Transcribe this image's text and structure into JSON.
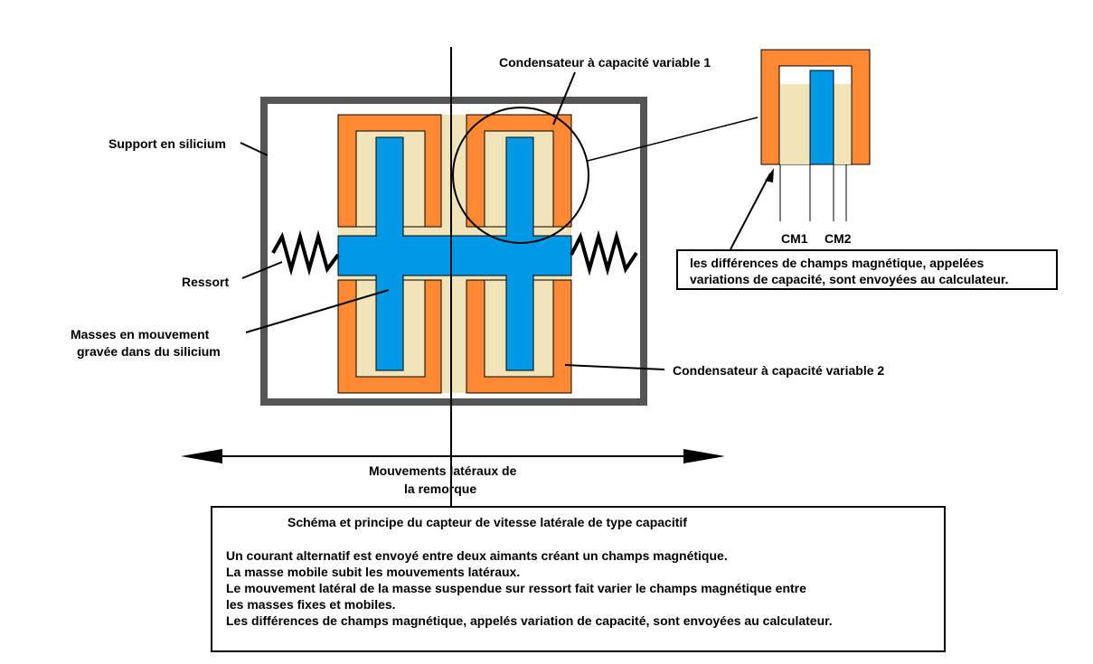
{
  "labels": {
    "capacitor1": "Condensateur à capacité variable 1",
    "capacitor2": "Condensateur à capacité variable 2",
    "support": "Support en silicium",
    "spring": "Ressort",
    "masses_line1": "Masses en mouvement",
    "masses_line2": "gravée dans du silicium",
    "movement_line1": "Mouvements latéraux de",
    "movement_line2": "la remorque",
    "cm1": "CM1",
    "cm2": "CM2"
  },
  "callout": {
    "line1": "les différences de champs magnétique, appelées",
    "line2": "variations de capacité, sont envoyées au calculateur."
  },
  "info": {
    "title": "Schéma et principe du capteur de vitesse latérale de type  capacitif",
    "lines": [
      "Un courant alternatif est envoyé entre deux aimants créant un champs magnétique.",
      "La masse mobile subit les mouvements latéraux.",
      "Le mouvement latéral de la masse suspendue sur ressort fait varier le champs magnétique entre",
      "les masses fixes et mobiles.",
      "Les différences de champs magnétique, appelés variation de capacité,  sont envoyées au calculateur."
    ]
  },
  "colors": {
    "orange": "#ff8833",
    "beige": "#f0e4b8",
    "blue": "#0099e6",
    "support_gray": "#555555"
  }
}
